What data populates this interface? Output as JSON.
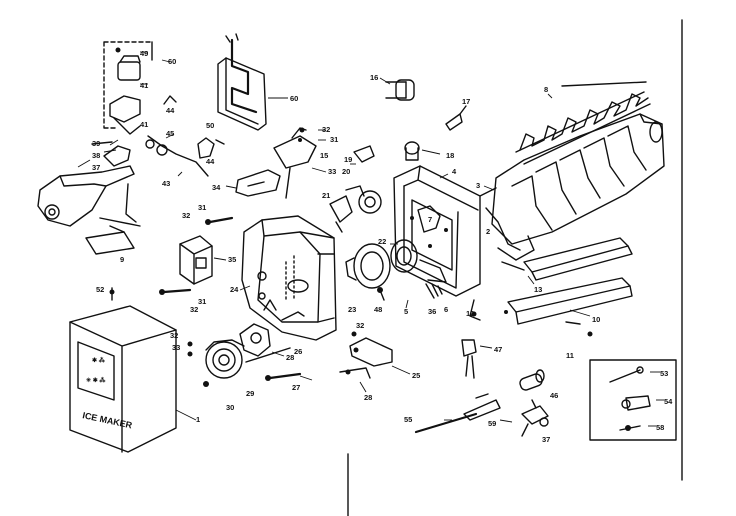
{
  "parts": {
    "p1": "1",
    "p2": "2",
    "p3": "3",
    "p4": "4",
    "p5": "5",
    "p6": "6",
    "p7": "7",
    "p8": "8",
    "p9": "9",
    "p10": "10",
    "p11": "11",
    "p12": "12",
    "p13": "13",
    "p15": "15",
    "p16": "16",
    "p17": "17",
    "p18": "18",
    "p19": "19",
    "p20": "20",
    "p21": "21",
    "p22": "22",
    "p23": "23",
    "p24": "24",
    "p25": "25",
    "p26": "26",
    "p27": "27",
    "p28": "28",
    "p29": "29",
    "p30": "30",
    "p31": "31",
    "p31b": "31",
    "p31c": "31",
    "p32": "32",
    "p32b": "32",
    "p32c": "32",
    "p32d": "32",
    "p32e": "32",
    "p33": "33",
    "p33b": "33",
    "p34": "34",
    "p35": "35",
    "p36": "36",
    "p37": "37",
    "p37b": "37",
    "p38": "38",
    "p39": "39",
    "p41": "41",
    "p43": "43",
    "p44": "44",
    "p44b": "44",
    "p45": "45",
    "p46": "46",
    "p47": "47",
    "p48": "48",
    "p49": "49",
    "p50": "50",
    "p52": "52",
    "p53": "53",
    "p54": "54",
    "p55": "55",
    "p58": "58",
    "p59": "59",
    "p60": "60",
    "p60b": "60"
  },
  "ice_maker_label": "ICE MAKER"
}
